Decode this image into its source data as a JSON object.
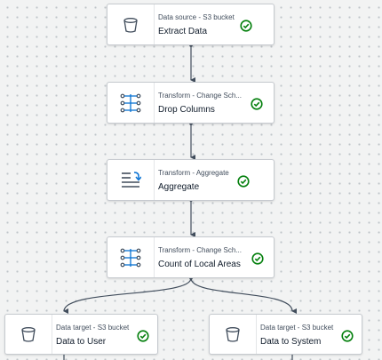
{
  "nodes": {
    "extract": {
      "subtitle": "Data source - S3 bucket",
      "title": "Extract Data",
      "icon": "bucket-icon",
      "status": "success"
    },
    "drop": {
      "subtitle": "Transform - Change Sch...",
      "title": "Drop Columns",
      "icon": "schema-icon",
      "status": "success"
    },
    "aggregate": {
      "subtitle": "Transform - Aggregate",
      "title": "Aggregate",
      "icon": "aggregate-icon",
      "status": "success"
    },
    "count": {
      "subtitle": "Transform - Change Sch...",
      "title": "Count of Local Areas",
      "icon": "schema-icon",
      "status": "success"
    },
    "user": {
      "subtitle": "Data target - S3 bucket",
      "title": "Data to User",
      "icon": "bucket-icon",
      "status": "success"
    },
    "system": {
      "subtitle": "Data target - S3 bucket",
      "title": "Data to System",
      "icon": "bucket-icon",
      "status": "success"
    }
  },
  "colors": {
    "success": "#037f0c",
    "icon_blue": "#0972d3",
    "icon_gray": "#414d5c",
    "edge": "#414d5c"
  }
}
